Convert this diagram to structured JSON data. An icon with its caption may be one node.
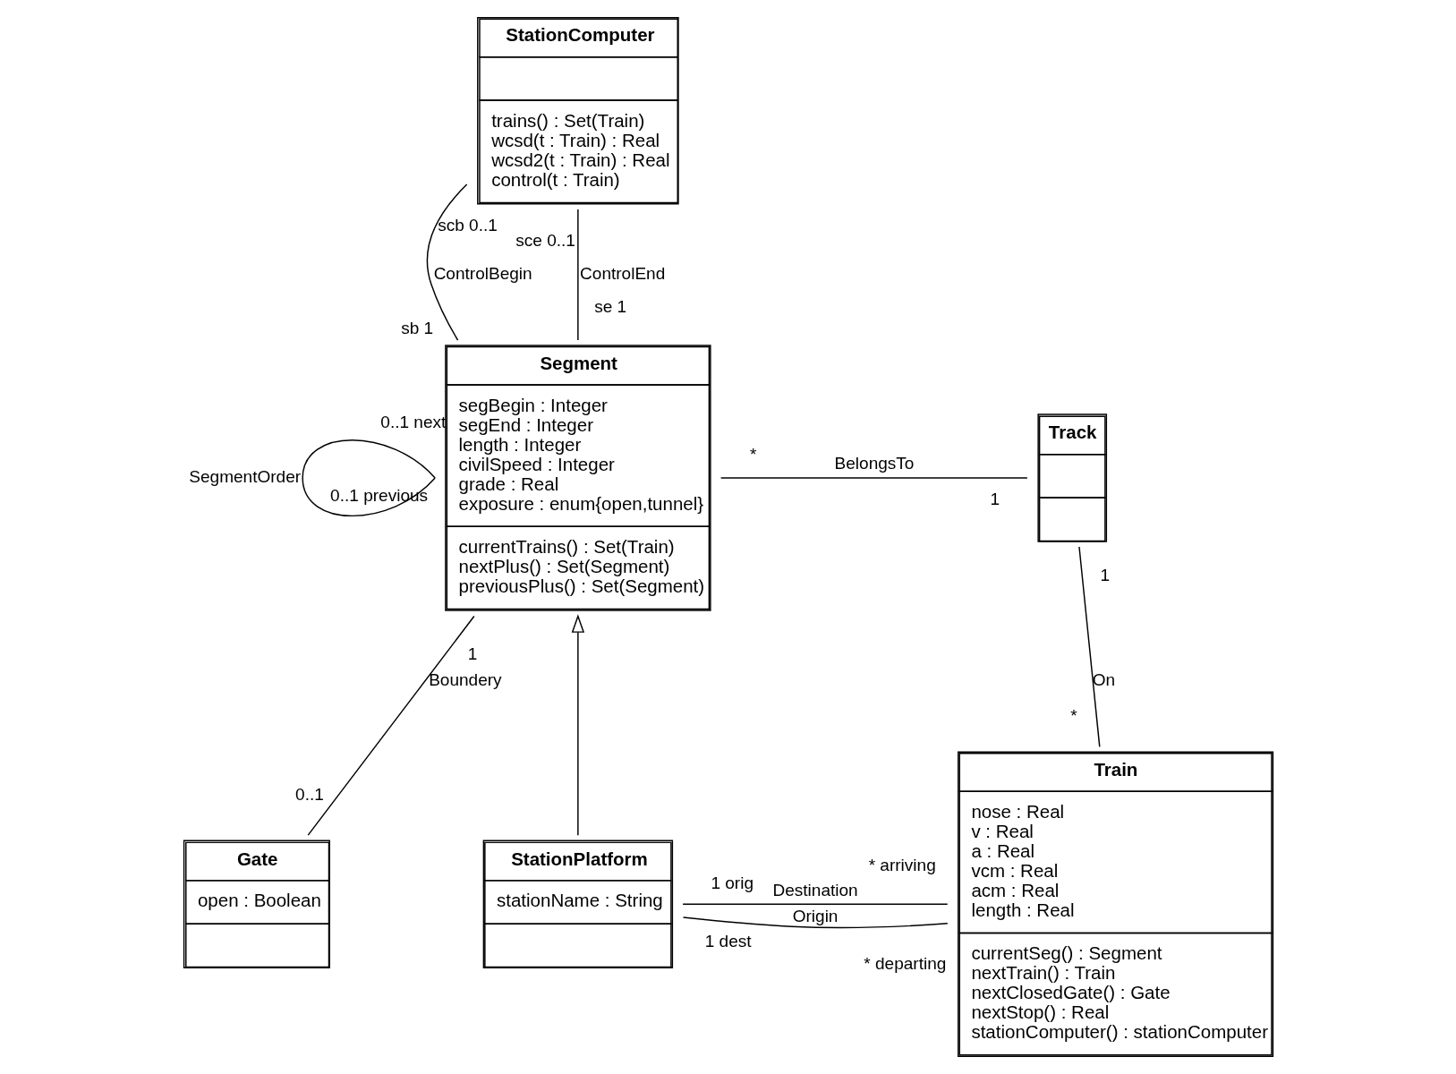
{
  "diagram": {
    "nodes": [
      {
        "text": [
          "StationComputer",
          "trains() : Set(Train)",
          "wcsd(t : Train) : Real",
          "wcsd2(t : Train) : Real",
          "control(t : Train)"
        ]
      },
      {
        "text": [
          "Track"
        ]
      },
      {
        "text": [
          "Segment",
          "segBegin : Integer",
          "segEnd : Integer",
          "length : Integer",
          "civilSpeed : Integer",
          "grade : Real",
          "exposure : enum{open,tunnel}",
          "currentTrains() : Set(Train)",
          "nextPlus() : Set(Segment)",
          "previousPlus() : Set(Segment)"
        ]
      },
      {
        "text": [
          "Train",
          "nose : Real",
          "v : Real",
          "a : Real",
          "vcm : Real",
          "acm : Real",
          "length : Real",
          "currentSeg() : Segment",
          "nextTrain() : Train",
          "nextClosedGate() : Gate",
          "nextStop() : Real",
          "stationComputer() : stationComputer"
        ]
      },
      {
        "text": [
          "Gate",
          "open : Boolean"
        ]
      },
      {
        "text": [
          "StationPlatform",
          "stationName : String"
        ]
      }
    ],
    "edges": [
      {
        "from": 0,
        "to": 2,
        "arrow": "none",
        "label": "ControlBegin"
      },
      {
        "from": 0,
        "to": 2,
        "arrow": "none",
        "label": "ControlEnd"
      },
      {
        "from": 2,
        "to": 1,
        "arrow": "none",
        "label": "BelongsTo"
      },
      {
        "from": 1,
        "to": 3,
        "arrow": "none",
        "label": "On"
      },
      {
        "from": 2,
        "to": 2,
        "arrow": "none",
        "label": "SegmentOrder"
      },
      {
        "from": 5,
        "to": 2,
        "arrow": "to"
      },
      {
        "from": 2,
        "to": 4,
        "arrow": "none",
        "label": "Boundery"
      },
      {
        "from": 5,
        "to": 3,
        "arrow": "none",
        "label": "Origin"
      },
      {
        "from": 5,
        "to": 3,
        "arrow": "none",
        "label": "Destination"
      }
    ],
    "labels": [
      "scb",
      "0..1",
      "0..1",
      "sce",
      "sb",
      "1",
      "1",
      "se",
      "*",
      "1",
      "1",
      "*",
      "0..1 next",
      "0..1 previous",
      "1",
      "0..1",
      "1",
      "orig",
      "*",
      "departing",
      "1",
      "dest",
      "*",
      "arriving"
    ]
  }
}
